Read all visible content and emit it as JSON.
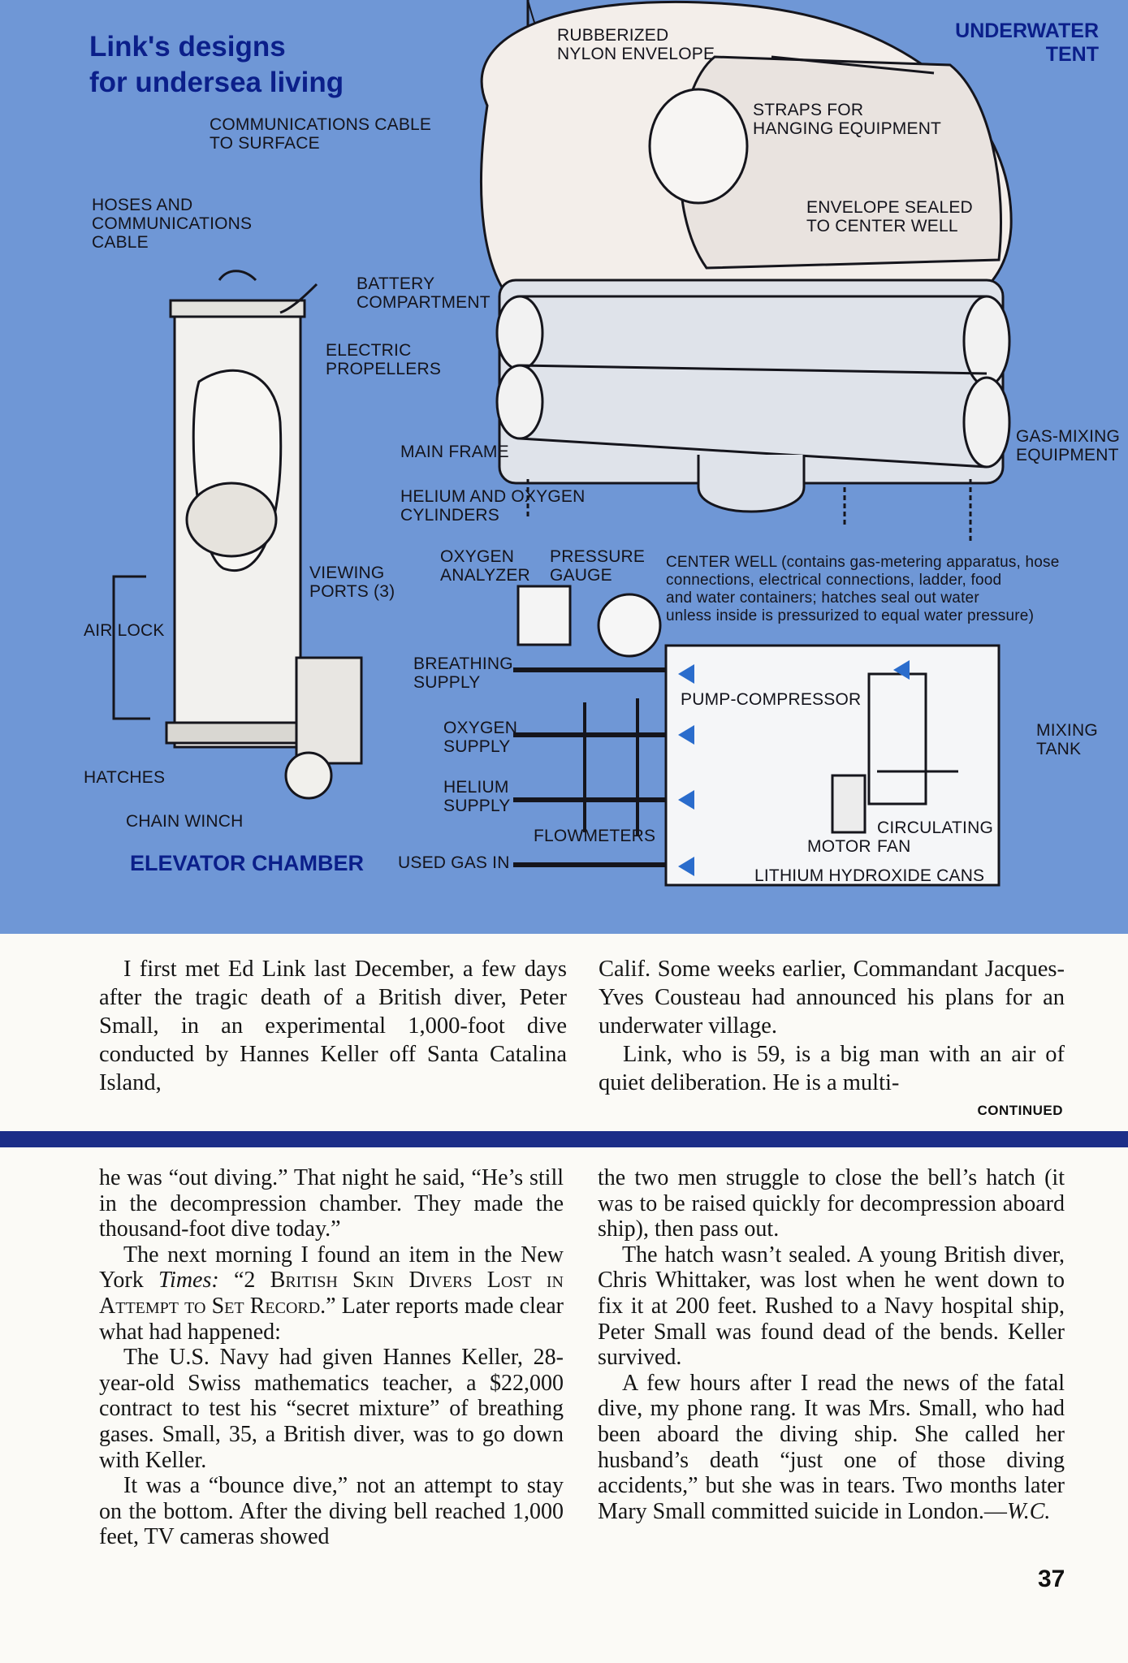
{
  "diagram": {
    "title": "Link's designs\nfor undersea living",
    "tent_title": "UNDERWATER\nTENT",
    "chamber_title": "ELEVATOR CHAMBER",
    "labels": {
      "rubberized": "RUBBERIZED\nNYLON ENVELOPE",
      "straps": "STRAPS FOR\nHANGING EQUIPMENT",
      "comm_cable": "COMMUNICATIONS CABLE\nTO SURFACE",
      "hoses": "HOSES AND\nCOMMUNICATIONS\nCABLE",
      "envelope_sealed": "ENVELOPE SEALED\nTO CENTER WELL",
      "battery": "BATTERY\nCOMPARTMENT",
      "propellers": "ELECTRIC\nPROPELLERS",
      "main_frame": "MAIN FRAME",
      "cylinders": "HELIUM AND OXYGEN\nCYLINDERS",
      "gas_mixing": "GAS-MIXING\nEQUIPMENT",
      "viewing_ports": "VIEWING\nPORTS (3)",
      "oxygen_analyzer": "OXYGEN\nANALYZER",
      "pressure_gauge": "PRESSURE\nGAUGE",
      "center_well": "CENTER WELL (contains gas-metering apparatus, hose\nconnections, electrical connections, ladder, food\nand water containers; hatches seal out water\nunless inside is pressurized to equal water pressure)",
      "air_lock": "AIR LOCK",
      "breathing_supply": "BREATHING\nSUPPLY",
      "pump_compressor": "PUMP-COMPRESSOR",
      "oxygen_supply": "OXYGEN\nSUPPLY",
      "mixing_tank": "MIXING\nTANK",
      "hatches": "HATCHES",
      "helium_supply": "HELIUM\nSUPPLY",
      "circulating_fan": "CIRCULATING\nFAN",
      "chain_winch": "CHAIN WINCH",
      "flowmeters": "FLOWMETERS",
      "motor": "MOTOR",
      "used_gas": "USED GAS IN",
      "lithium": "LITHIUM HYDROXIDE CANS"
    }
  },
  "article_top": {
    "left": {
      "p1": "I first met Ed Link last December, a few days after the tragic death of a British diver, Peter Small, in an experimental 1,000-foot dive conducted by Hannes Keller off Santa Catalina Island,"
    },
    "right": {
      "p1": "Calif. Some weeks earlier, Commandant Jacques-Yves Cousteau had announced his plans for an underwater village.",
      "p2": "Link, who is 59, is a big man with an air of quiet deliberation. He is a multi-"
    },
    "continued": "CONTINUED"
  },
  "sidebar": {
    "left": {
      "p1": "he was “out diving.” That night he said, “He’s still in the decompression chamber. They made the thousand-foot dive today.”",
      "p2_a": "The next morning I found an item in the New York ",
      "p2_italic": "Times:",
      "p2_b": " “2 British Skin Divers Lost in Attempt to Set Record.”",
      "p2_c": " Later reports made clear what had happened:",
      "p3": "The U.S. Navy had given Hannes Keller, 28-year-old Swiss mathematics teacher, a $22,000 contract to test his “secret mixture” of breathing gases. Small, 35, a British diver, was to go down with Keller.",
      "p4": "It was a “bounce dive,” not an attempt to stay on the bottom. After the diving bell reached 1,000 feet, TV cameras showed"
    },
    "right": {
      "p1": "the two men struggle to close the bell’s hatch (it was to be raised quickly for decompression aboard ship), then pass out.",
      "p2": "The hatch wasn’t sealed. A young British diver, Chris Whittaker, was lost when he went down to fix it at 200 feet. Rushed to a Navy hospital ship, Peter Small was found dead of the bends. Keller survived.",
      "p3_a": "A few hours after I read the news of the fatal dive, my phone rang. It was Mrs. Small, who had been aboard the diving ship. She called her husband’s death “just one of those diving accidents,” but she was in tears. Two months later Mary Small committed suicide in London.—",
      "p3_sig": "W.C."
    }
  },
  "page_number": "37",
  "colors": {
    "diagram_bg": "#6f97d6",
    "title_blue": "#0b1f8a",
    "rule_navy": "#1c2e88",
    "paper": "#fbfaf6"
  }
}
